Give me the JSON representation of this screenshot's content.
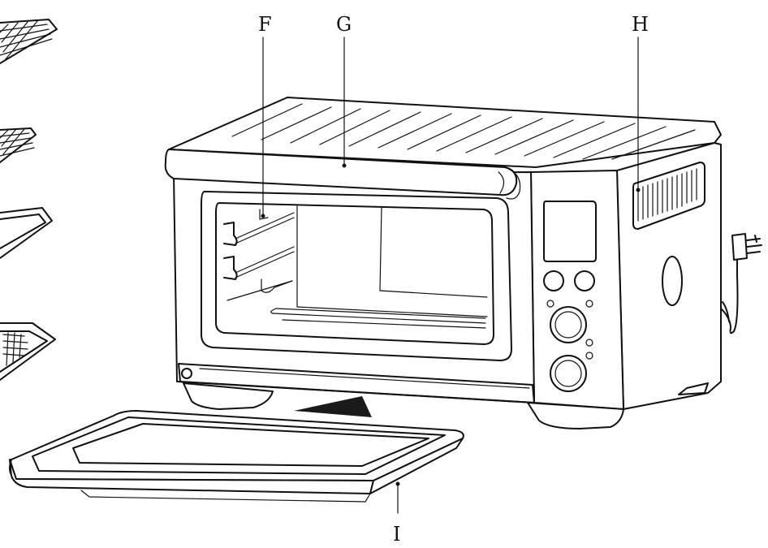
{
  "figure": {
    "callouts": {
      "f": "F",
      "g": "G",
      "h": "H",
      "i": "I"
    }
  },
  "colors": {
    "line": "#111111",
    "background": "#ffffff",
    "arrow": "#1a1a1a"
  }
}
